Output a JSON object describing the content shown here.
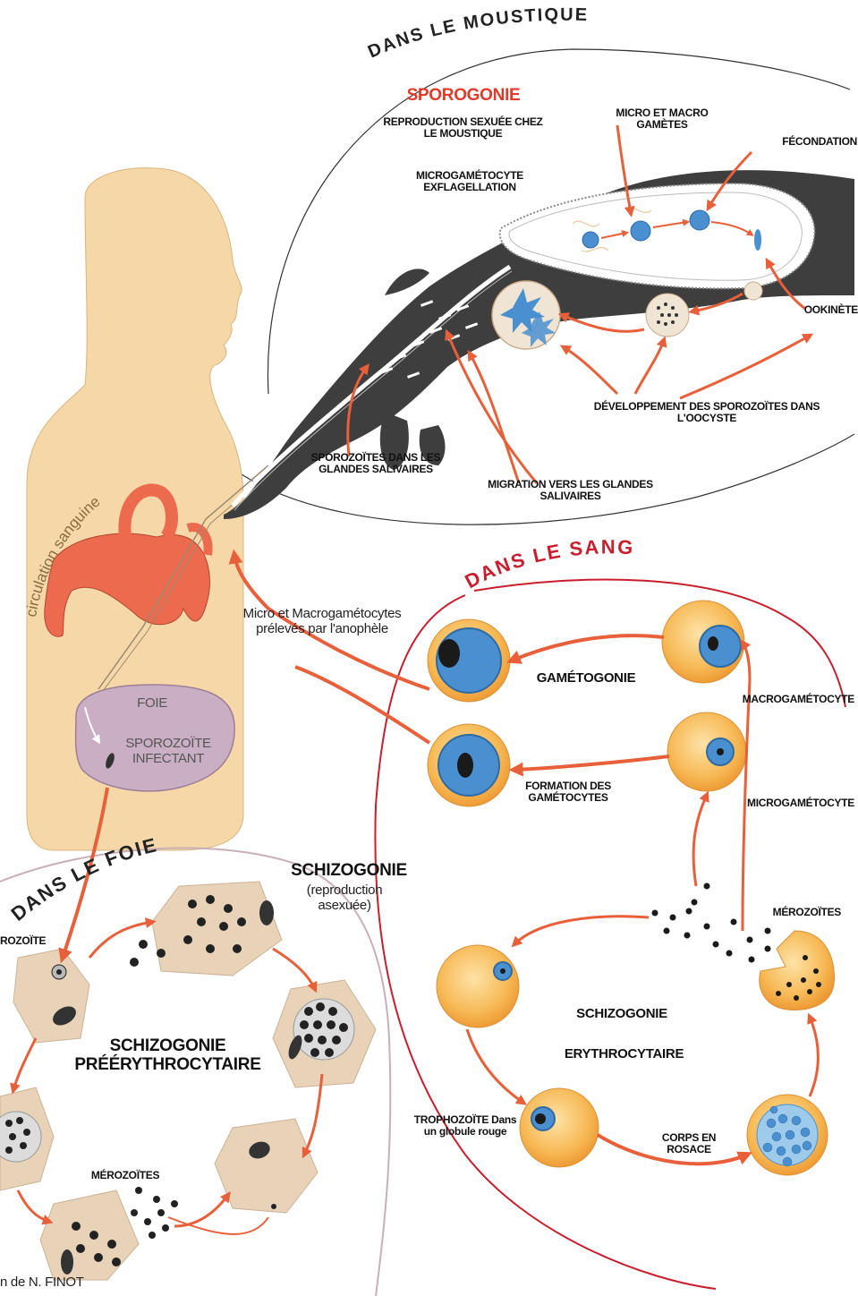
{
  "headers": {
    "mosquito": "DANS LE MOUSTIQUE",
    "blood": "DANS LE SANG",
    "liver": "DANS LE FOIE"
  },
  "mosquito": {
    "title": "SPOROGONIE",
    "subtitle": "REPRODUCTION SEXUÉE CHEZ LE MOUSTIQUE",
    "microgametocyte": "MICROGAMÉTOCYTE EXFLAGELLATION",
    "gametes": "MICRO ET MACRO GAMÈTES",
    "fecondation": "FÉCONDATION",
    "ookinete": "OOKINÈTE",
    "development": "DÉVELOPPEMENT DES SPOROZOÏTES DANS L'OOCYSTE",
    "sporozoites_glands": "SPOROZOÏTES DANS LES GLANDES SALIVAIRES",
    "migration": "MIGRATION VERS LES GLANDES SALIVAIRES"
  },
  "human": {
    "circulation": "circulation sanguine",
    "foie": "FOIE",
    "sporozoite": "SPOROZOÏTE INFECTANT",
    "prelevement": "Micro et Macrogamétocytes prélevés par l'anophèle"
  },
  "blood": {
    "gametogonie": "GAMÉTOGONIE",
    "macrogametocyte": "MACROGAMÉTOCYTE",
    "microgametocyte": "MICROGAMÉTOCYTE",
    "formation": "FORMATION DES GAMÉTOCYTES",
    "merozoites": "MÉROZOÏTES",
    "schizogonie": "SCHIZOGONIE",
    "erythrocytaire": "ERYTHROCYTAIRE",
    "trophozoite": "TROPHOZOÏTE Dans un globule rouge",
    "rosace": "CORPS EN ROSACE"
  },
  "liver": {
    "schizogonie": "SCHIZOGONIE",
    "asexuee": "(reproduction asexuée)",
    "sporozoite_partial": "ROZOÏTE",
    "title": "SCHIZOGONIE PRÉÉRYTHROCYTAIRE",
    "merozoites": "MÉROZOÏTES"
  },
  "credit": "n de N. FINOT",
  "colors": {
    "skin": "#f6d7a8",
    "heart": "#ec6b4e",
    "arrow": "#e8603a",
    "mosquito": "#3e3e3e",
    "blood_line": "#c81e2e",
    "liver_line": "#c9b0b8",
    "liver_organ": "#c9aec4",
    "rbc": "#f5b04a",
    "nucleus": "#4a8fd0"
  }
}
